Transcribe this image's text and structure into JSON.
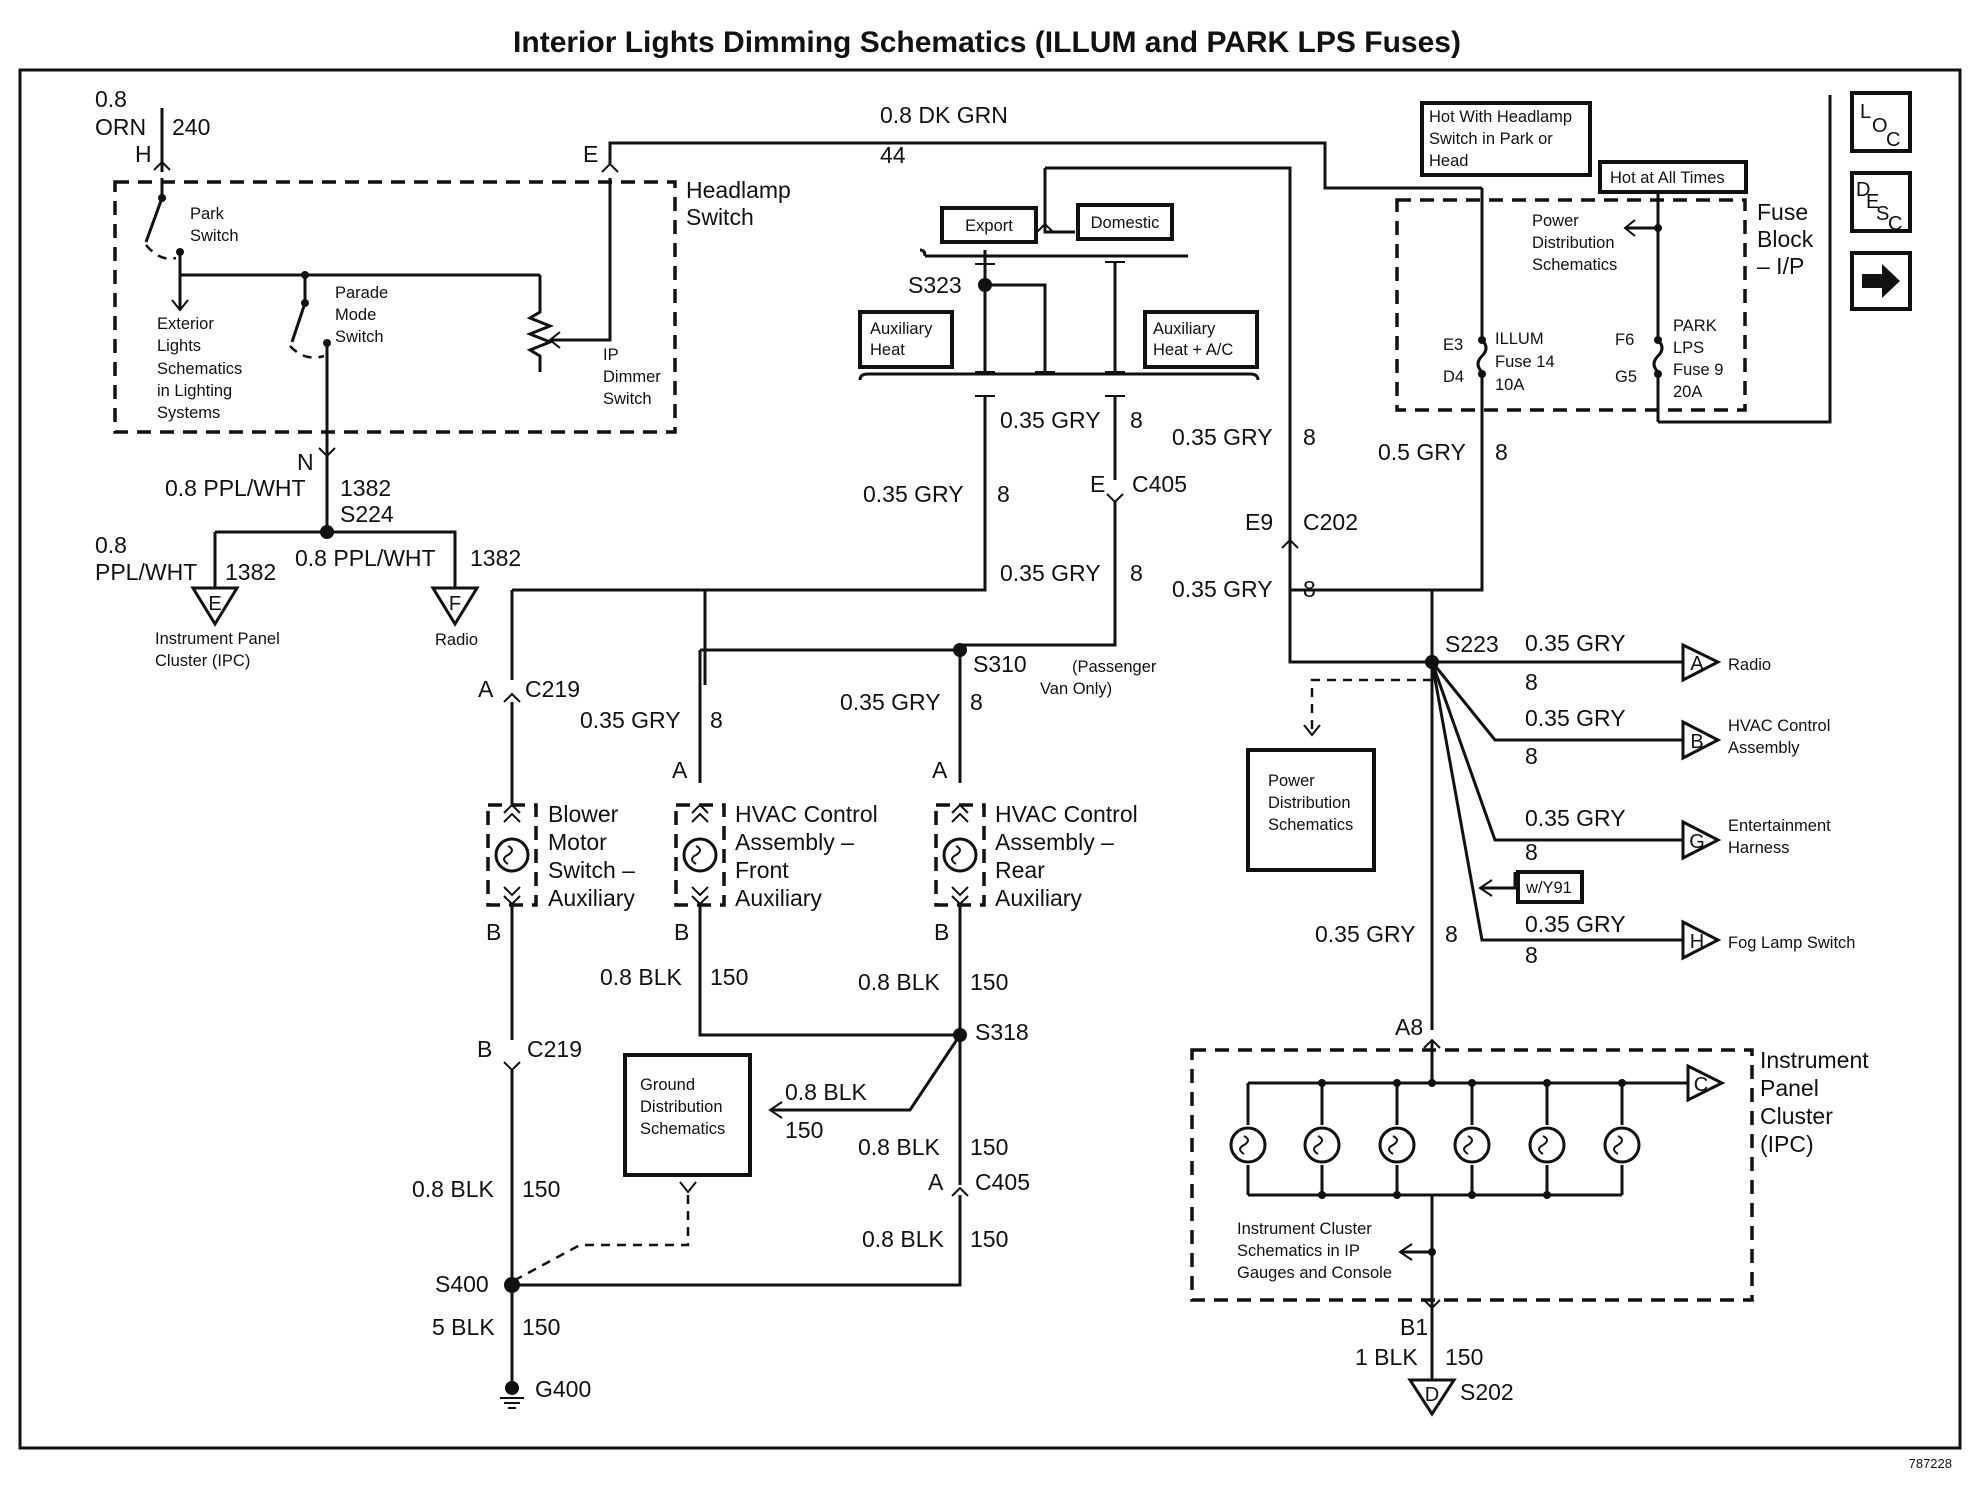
{
  "title": "Interior Lights Dimming Schematics (ILLUM and PARK LPS Fuses)",
  "diagram_id": "787228",
  "nav": {
    "loc": "LOC",
    "desc": "DESC"
  },
  "headlamp_switch": {
    "title": [
      "Headlamp",
      "Switch"
    ],
    "park_switch": [
      "Park",
      "Switch"
    ],
    "parade_mode_switch": [
      "Parade",
      "Mode",
      "Switch"
    ],
    "ip_dimmer_switch": [
      "IP",
      "Dimmer",
      "Switch"
    ],
    "exterior_lights_ref": [
      "Exterior",
      "Lights",
      "Schematics",
      "in Lighting",
      "Systems"
    ],
    "pin_h": "H",
    "pin_e": "E",
    "pin_n": "N"
  },
  "wires": {
    "orn_size": "0.8",
    "orn_color": "ORN",
    "orn_circuit": "240",
    "dkgrn": "0.8 DK GRN",
    "dkgrn_circuit": "44",
    "ppl_wht": "0.8 PPL/WHT",
    "ppl_circuit": "1382",
    "ppl_left_size": "0.8",
    "ppl_left_color": "PPL/WHT",
    "gry035": "0.35 GRY",
    "gry05": "0.5 GRY",
    "gry_circuit": "8",
    "blk08": "0.8 BLK",
    "blk5": "5 BLK",
    "blk1": "1 BLK",
    "blk_circuit": "150"
  },
  "splices": {
    "s224": "S224",
    "s323": "S323",
    "s310": "S310",
    "s310_note": [
      "(Passenger",
      "Van Only)"
    ],
    "s318": "S318",
    "s400": "S400",
    "s223": "S223",
    "g400": "G400",
    "s202": "S202"
  },
  "connectors": {
    "c219": "C219",
    "c405": "C405",
    "c202": "C202",
    "pin_a": "A",
    "pin_b": "B",
    "pin_e": "E",
    "pin_e9": "E9",
    "pin_a8": "A8",
    "pin_b1": "B1"
  },
  "options": {
    "export": "Export",
    "domestic": "Domestic",
    "aux_heat": [
      "Auxiliary",
      "Heat"
    ],
    "aux_heat_ac": [
      "Auxiliary",
      "Heat + A/C"
    ],
    "wy91": "w/Y91"
  },
  "fuse_block": {
    "title": [
      "Fuse",
      "Block",
      "– I/P"
    ],
    "hot_head": [
      "Hot With Headlamp",
      "Switch in Park or",
      "Head"
    ],
    "hot_all": "Hot at All Times",
    "power_dist": [
      "Power",
      "Distribution",
      "Schematics"
    ],
    "illum_pins": [
      "E3",
      "D4"
    ],
    "illum_label": [
      "ILLUM",
      "Fuse 14",
      "10A"
    ],
    "park_pins": [
      "F6",
      "G5"
    ],
    "park_label": [
      "PARK",
      "LPS",
      "Fuse 9",
      "20A"
    ]
  },
  "components": {
    "blower": [
      "Blower",
      "Motor",
      "Switch –",
      "Auxiliary"
    ],
    "hvac_front": [
      "HVAC Control",
      "Assembly –",
      "Front",
      "Auxiliary"
    ],
    "hvac_rear": [
      "HVAC Control",
      "Assembly –",
      "Rear",
      "Auxiliary"
    ],
    "ground_dist": [
      "Ground",
      "Distribution",
      "Schematics"
    ],
    "power_dist_box": [
      "Power",
      "Distribution",
      "Schematics"
    ],
    "ipc": [
      "Instrument",
      "Panel",
      "Cluster",
      "(IPC)"
    ],
    "ipc_ref": [
      "Instrument Cluster",
      "Schematics in IP",
      "Gauges and Console"
    ]
  },
  "references": {
    "e_letter": "E",
    "e_label": [
      "Instrument Panel",
      "Cluster (IPC)"
    ],
    "f_letter": "F",
    "f_label": "Radio",
    "a_letter": "A",
    "a_label": "Radio",
    "b_letter": "B",
    "b_label": [
      "HVAC Control",
      "Assembly"
    ],
    "g_letter": "G",
    "g_label": [
      "Entertainment",
      "Harness"
    ],
    "h_letter": "H",
    "h_label": "Fog Lamp Switch",
    "c_letter": "C",
    "d_letter": "D"
  }
}
